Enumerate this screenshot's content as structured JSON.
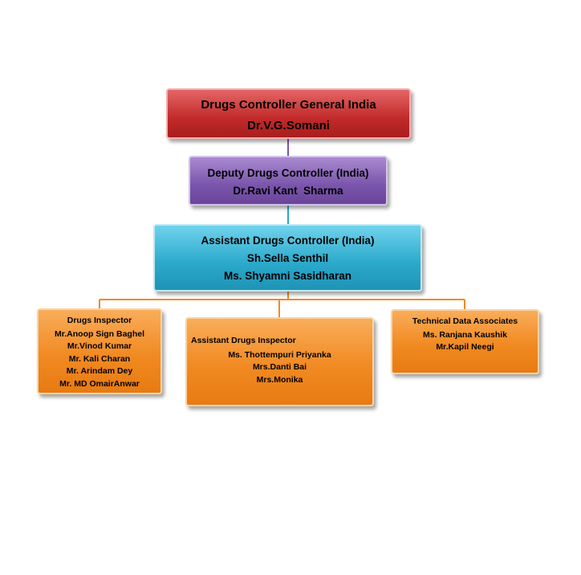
{
  "colors": {
    "level1": "#c22a2a",
    "level2": "#7a55ad",
    "level3": "#2aa8cb",
    "level4": "#f18a22",
    "connector_top": "#7a55ad",
    "connector_mid": "#2aa8cb",
    "connector_bottom": "#f18a22"
  },
  "dcgi": {
    "title": "Drugs Controller General India",
    "name": "Dr.V.G.Somani"
  },
  "ddc": {
    "title": "Deputy Drugs Controller (India)",
    "name": "Dr.Ravi Kant  Sharma"
  },
  "adc": {
    "title": "Assistant Drugs Controller (India)",
    "names": [
      "Sh.Sella Senthil",
      "Ms. Shyamni Sasidharan"
    ]
  },
  "di": {
    "title": "Drugs Inspector",
    "names": [
      "Mr.Anoop Sign Baghel",
      "Mr.Vinod Kumar",
      "Mr. Kali Charan",
      "Mr. Arindam Dey",
      "Mr. MD OmairAnwar"
    ]
  },
  "adi": {
    "title": "Assistant Drugs Inspector",
    "names": [
      "Ms. Thottempuri Priyanka",
      "Mrs.Danti Bai",
      "Mrs.Monika"
    ]
  },
  "tda": {
    "title": "Technical Data Associates",
    "names": [
      "Ms. Ranjana Kaushik",
      "Mr.Kapil Neegi"
    ]
  }
}
